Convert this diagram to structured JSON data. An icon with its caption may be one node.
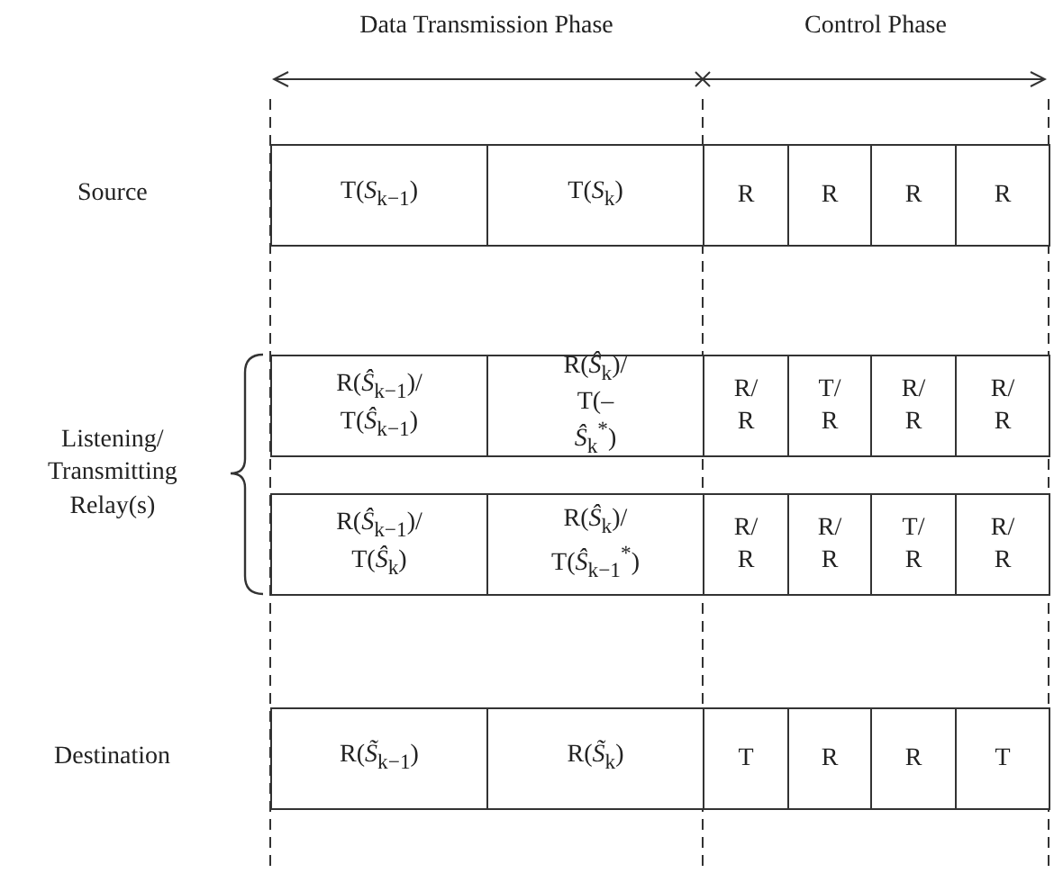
{
  "diagram": {
    "labels": [
      "Data Transmission Phase",
      "Control Phase",
      "Source",
      "T(*S*$_{k−1}$)",
      "T(*S*$_{k}$)",
      "R",
      "R",
      "R",
      "R",
      "Listening/ Transmitting Relay(s)",
      "R(*Ŝ*$_{k−1}$)/ T(*Ŝ*$_{k−1}$)",
      "R(*Ŝ*$_{k}$)/ T(–*Ŝ*$_{k}$$^{*}$)",
      "R/ R",
      "T/ R",
      "R/ R",
      "R/ R",
      "R(*Ŝ*$_{k−1}$)/ T(*Ŝ*$_{k}$)",
      "R(*Ŝ*$_{k}$)/ T(*Ŝ*$_{k−1}$$^{*}$)",
      "R/ R",
      "R/ R",
      "T/ R",
      "R/ R",
      "Destination",
      "R(*S̃*$_{k−1}$)",
      "R(*S̃*$_{k}$)",
      "T",
      "R",
      "R",
      "T"
    ]
  }
}
